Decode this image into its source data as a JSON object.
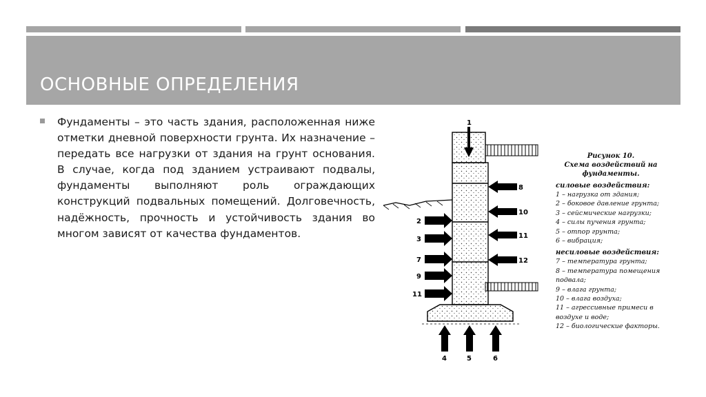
{
  "slide": {
    "title": "ОСНОВНЫЕ ОПРЕДЕЛЕНИЯ",
    "body_text": "Фундаменты – это часть здания, расположенная ниже отметки дневной поверхности грунта. Их назначение – передать все нагрузки от здания на грунт основания. В случае, когда под зданием устраивают подвалы, фундаменты выполняют роль ограждающих конструкций подвальных помещений. Долговечность, надёжность, прочность и устойчивость здания во многом зависят от качества фундаментов."
  },
  "figure": {
    "caption_line1": "Рисунок 10.",
    "caption_line2": "Схема воздействий на фундаменты.",
    "labels": {
      "l1": "1",
      "l2": "2",
      "l3": "3",
      "l4": "4",
      "l5": "5",
      "l6": "6",
      "l7": "7",
      "l8": "8",
      "l9": "9",
      "l10": "10",
      "l11a": "11",
      "l11b": "11",
      "l12": "12"
    },
    "force_heading": "силовые воздействия:",
    "force_items": [
      "1 – нагрузка от здания;",
      "2 – боковое давление грунта;",
      "3 – сейсмические нагрузки;",
      "4 – силы пучения грунта;",
      "5 – отпор грунта;",
      "6 – вибрация;"
    ],
    "nonforce_heading": "несиловые воздействия:",
    "nonforce_items": [
      "7 – температура грунта;",
      "8 – температура помещения подвала;",
      "9 – влага грунта;",
      "10 – влага воздуха;",
      "11 – агрессивные примеси в воздухе и воде;",
      "12 – биологические факторы."
    ]
  }
}
